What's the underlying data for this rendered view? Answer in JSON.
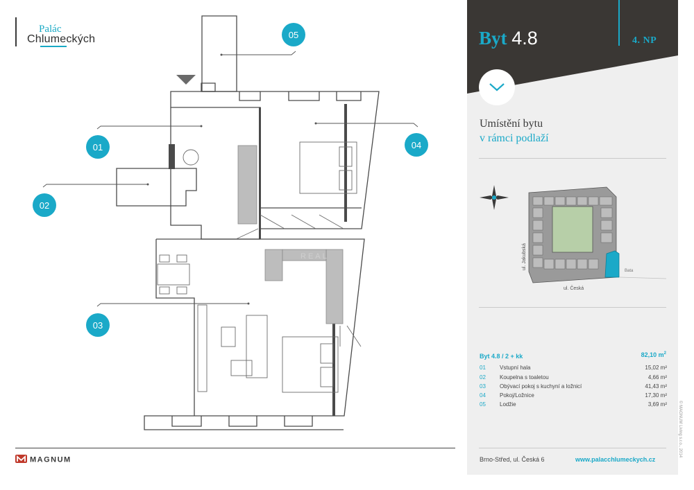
{
  "brand": {
    "line1": "Palác",
    "line2": "Chlumeckých"
  },
  "unit": {
    "prefix": "Byt",
    "number": "4.8",
    "floor": "4. NP"
  },
  "location": {
    "line1": "Umístění bytu",
    "line2": "v rámci podlaží"
  },
  "minimap": {
    "street_left": "ul. Jakubská",
    "street_bottom": "ul. Česká",
    "neighbor": "Bata"
  },
  "summary": {
    "name": "Byt 4.8 / 2 + kk",
    "area": "82,10 m",
    "area_unit_sup": "2"
  },
  "rooms": [
    {
      "num": "01",
      "name": "Vstupní hala",
      "area": "15,02 m²"
    },
    {
      "num": "02",
      "name": "Koupelna s toaletou",
      "area": "4,66 m²"
    },
    {
      "num": "03",
      "name": "Obývací pokoj s kuchyní a ložnicí",
      "area": "41,43 m²"
    },
    {
      "num": "04",
      "name": "Pokoj/Ložnice",
      "area": "17,30 m²"
    },
    {
      "num": "05",
      "name": "Lodžie",
      "area": "3,69 m²"
    }
  ],
  "plan_markers": [
    "01",
    "02",
    "03",
    "04",
    "05"
  ],
  "footer": {
    "address": "Brno-Střed, ul. Česká 6",
    "website": "www.palacchlumeckych.cz",
    "copyright": "© MAGNUM Living s.r.o., 2014",
    "logo_text": "MAGNUM"
  },
  "watermark": "REAL",
  "colors": {
    "accent": "#1aa9c8",
    "dark": "#3a3734",
    "panel": "#efefef",
    "wall": "#4a4a4a",
    "furniture_fill": "#b9b9b9"
  }
}
